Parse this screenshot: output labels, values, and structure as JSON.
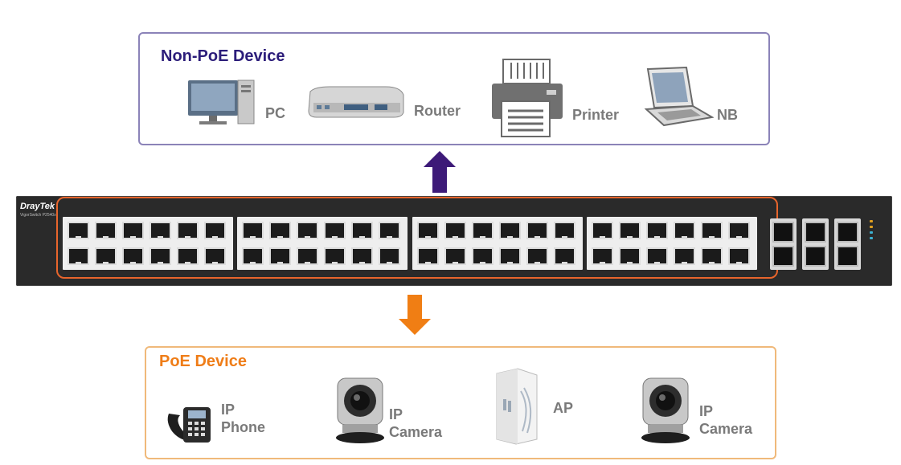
{
  "non_poe": {
    "title": "Non-PoE Device",
    "devices": [
      {
        "label": "PC",
        "icon": "pc-icon"
      },
      {
        "label": "Router",
        "icon": "router-icon"
      },
      {
        "label": "Printer",
        "icon": "printer-icon"
      },
      {
        "label": "NB",
        "icon": "laptop-icon"
      }
    ],
    "color": "#2c1d7a",
    "border_color": "#8b83b8"
  },
  "poe": {
    "title": "PoE Device",
    "devices": [
      {
        "label": "IP\nPhone",
        "icon": "ip-phone-icon"
      },
      {
        "label": "IP\nCamera",
        "icon": "ip-camera-icon"
      },
      {
        "label": "AP",
        "icon": "access-point-icon"
      },
      {
        "label": "IP\nCamera",
        "icon": "ip-camera-icon"
      }
    ],
    "color": "#ef7d18",
    "border_color": "#f0b97a"
  },
  "switch": {
    "brand": "DrayTek",
    "model": "VigorSwitch P2540x",
    "port_highlight_color": "#e8652c"
  },
  "arrows": {
    "up_color": "#3d1a78",
    "down_color": "#f07e14"
  }
}
